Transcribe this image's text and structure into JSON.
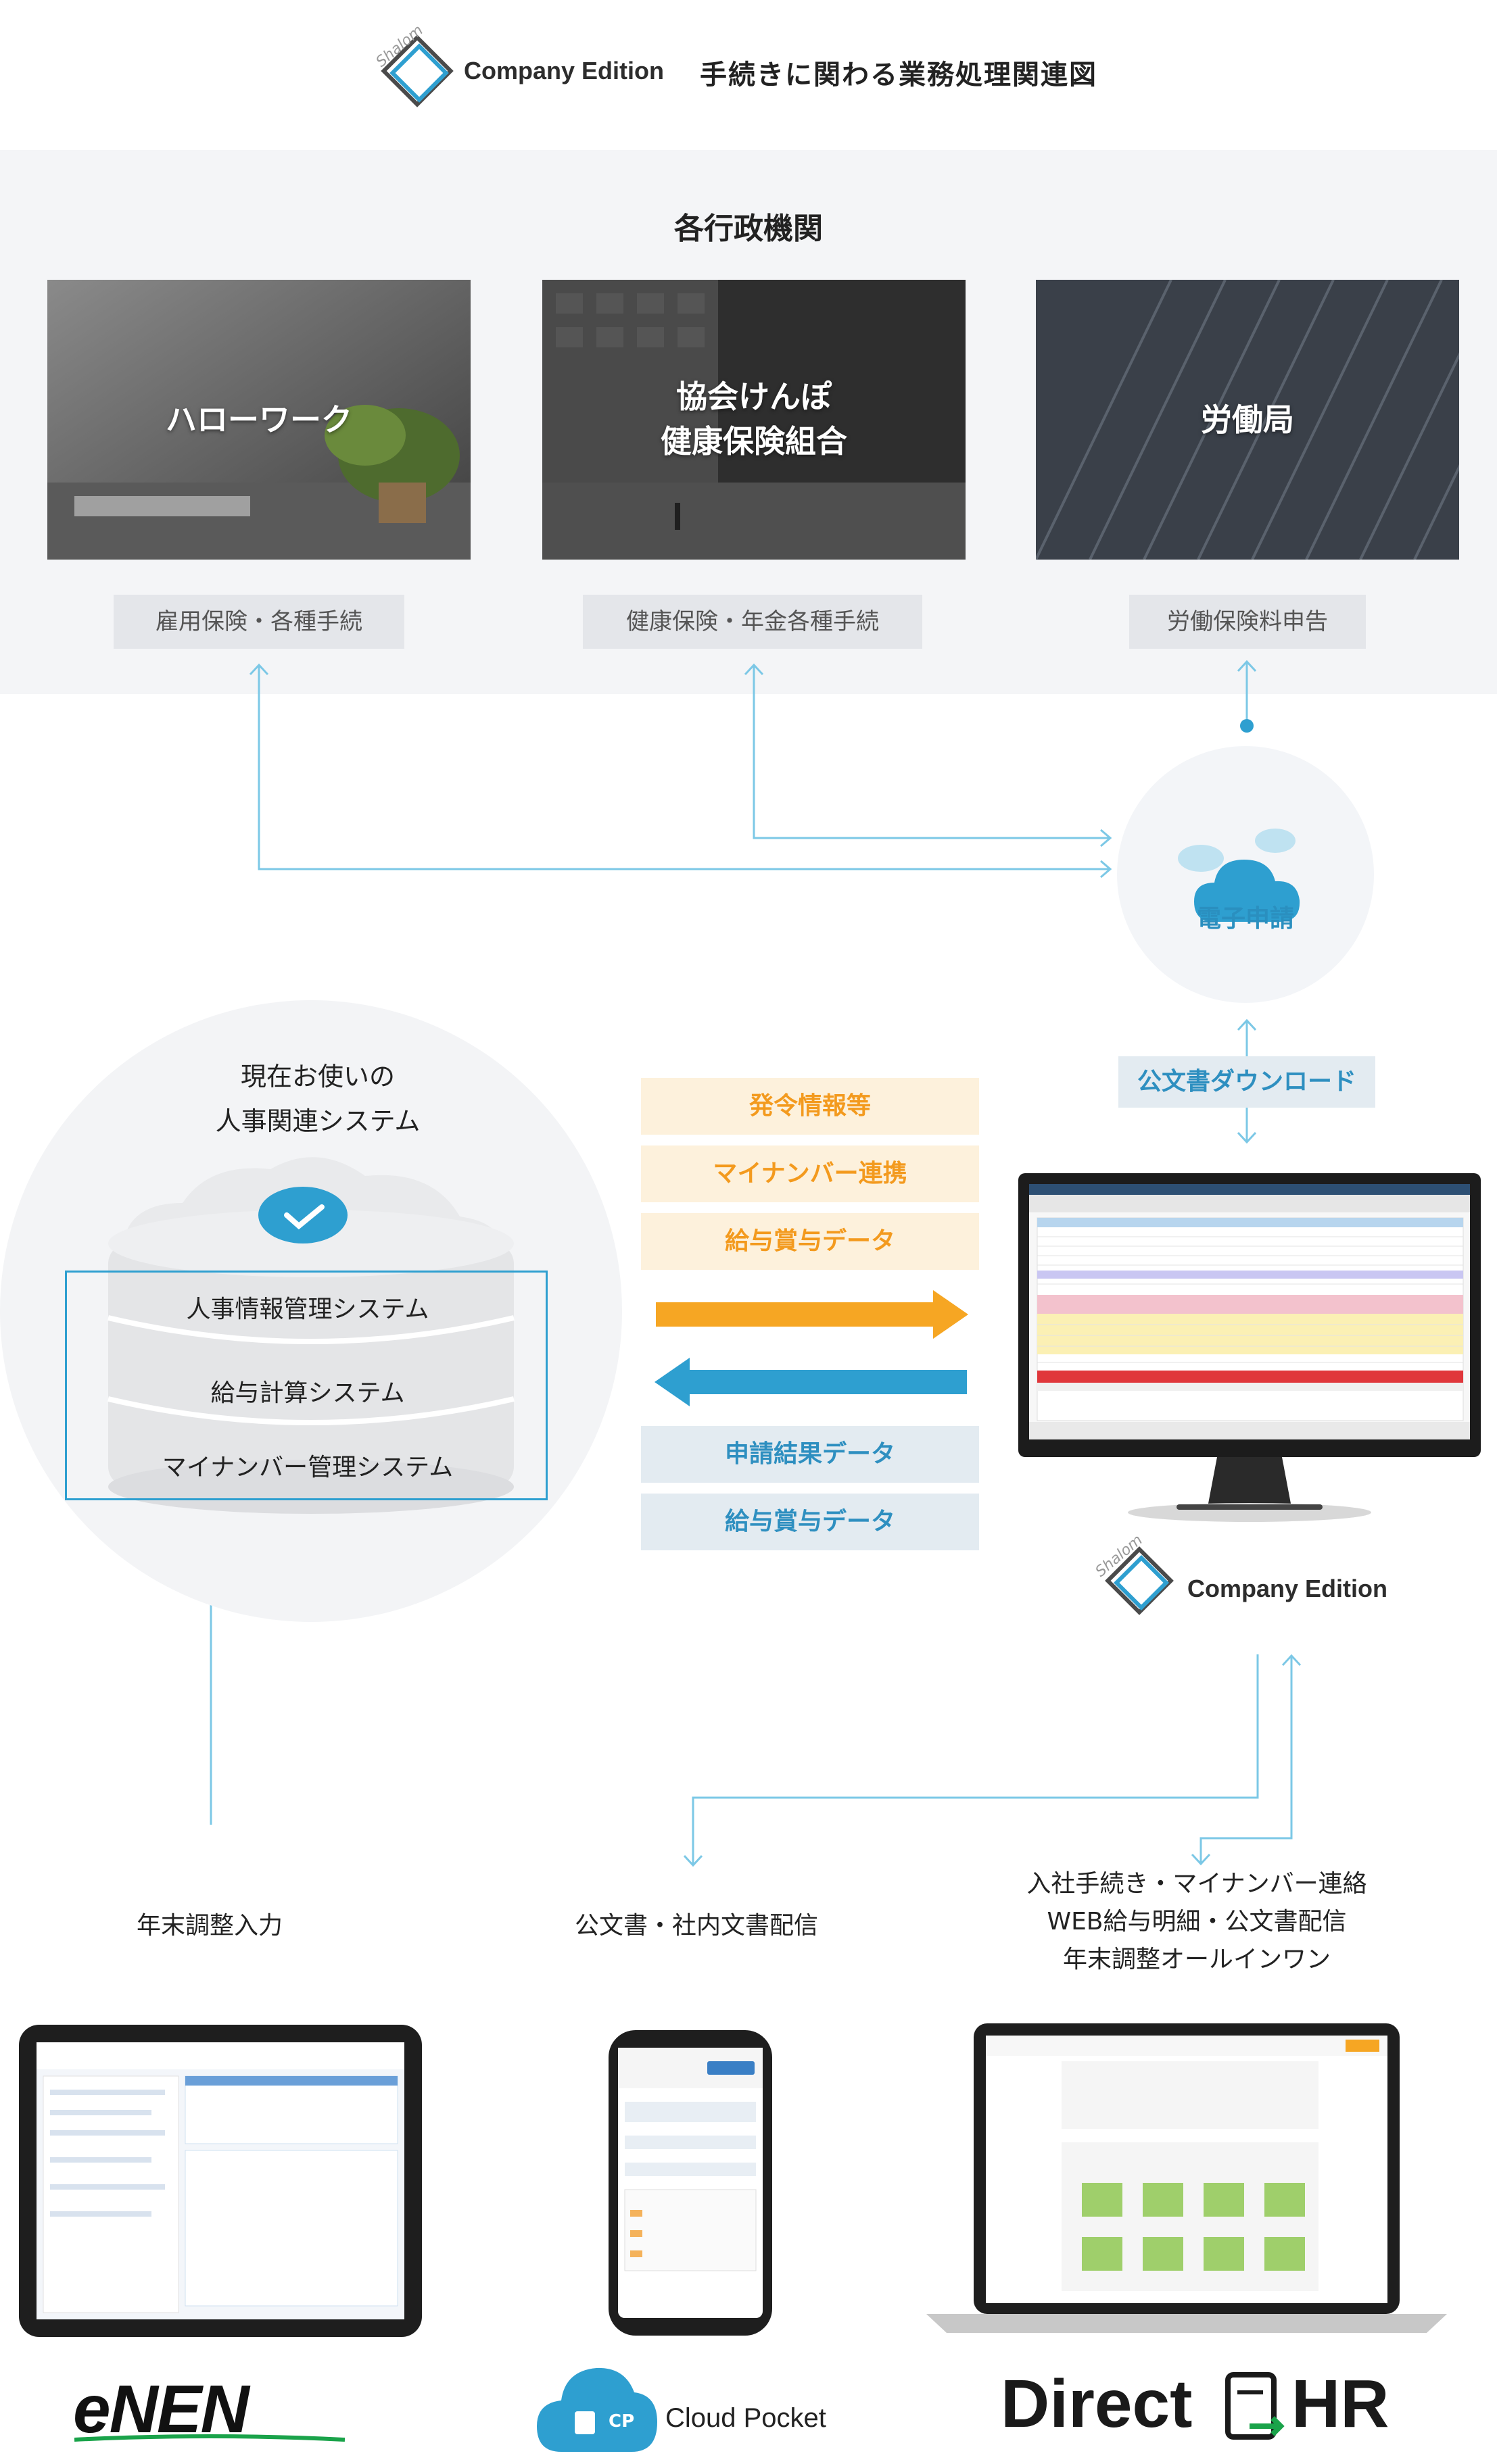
{
  "header": {
    "logo_script": "Shalom",
    "edition": "Company Edition",
    "title": "手続きに関わる業務処理関連図"
  },
  "agencies": {
    "heading": "各行政機関",
    "items": [
      {
        "name": "ハローワーク",
        "task": "雇用保険・各種手続"
      },
      {
        "name_line1": "協会けんぽ",
        "name_line2": "健康保険組合",
        "task": "健康保険・年金各種手続"
      },
      {
        "name": "労働局",
        "task": "労働保険料申告"
      }
    ]
  },
  "efiling": {
    "label": "電子申請"
  },
  "current_systems": {
    "title_line1": "現在お使いの",
    "title_line2": "人事関連システム",
    "items": [
      "人事情報管理システム",
      "給与計算システム",
      "マイナンバー管理システム"
    ]
  },
  "flows_to_ce": [
    "発令情報等",
    "マイナンバー連携",
    "給与賞与データ"
  ],
  "flows_from_ce": [
    "申請結果データ",
    "給与賞与データ"
  ],
  "doc_download": "公文書ダウンロード",
  "company_edition": {
    "logo_script": "Shalom",
    "label": "Company Edition"
  },
  "products": [
    {
      "caption": "年末調整入力",
      "brand": "eNEN"
    },
    {
      "caption": "公文書・社内文書配信",
      "brand": "Cloud Pocket",
      "badge": "CP"
    },
    {
      "caption_lines": [
        "入社手続き・マイナンバー連絡",
        "WEB給与明細・公文書配信",
        "年末調整オールインワン"
      ],
      "brand_left": "Direct",
      "brand_right": "HR"
    }
  ],
  "colors": {
    "accent_blue": "#2e9fd0",
    "orange": "#f6a623",
    "light_gray": "#f4f5f7",
    "arrow_line": "#7cc8e6"
  }
}
